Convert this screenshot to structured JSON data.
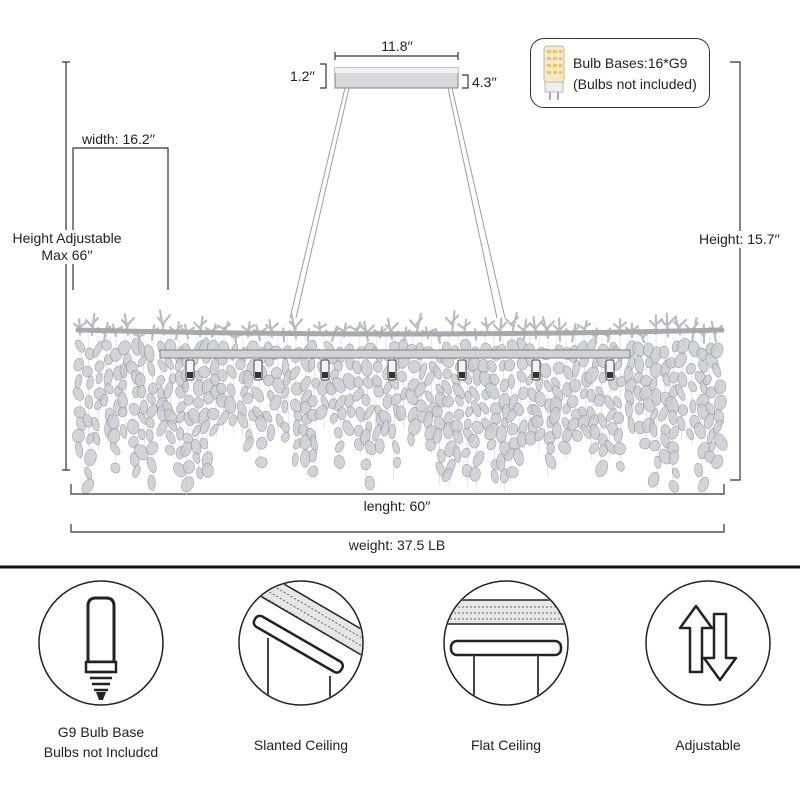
{
  "dimensions": {
    "canopy_width": "11.8′′",
    "canopy_height": "1.2′′",
    "canopy_depth": "4.3′′",
    "width": "width: 16.2′′",
    "height_adjustable_line1": "Height Adjustable",
    "height_adjustable_line2": "Max 66′′",
    "height": "Height: 15.7′′",
    "length": "lenght: 60′′",
    "weight": "weight: 37.5 LB"
  },
  "bulb_box": {
    "line1": "Bulb Bases:16*G9",
    "line2": "(Bulbs not included)"
  },
  "features": [
    {
      "icon": "g9-bulb-icon",
      "line1": "G9 Bulb Base",
      "line2": "Bulbs not Includcd"
    },
    {
      "icon": "slanted-ceiling-icon",
      "line1": "Slanted Ceiling",
      "line2": ""
    },
    {
      "icon": "flat-ceiling-icon",
      "line1": "Flat Ceiling",
      "line2": ""
    },
    {
      "icon": "adjustable-arrows-icon",
      "line1": "Adjustable",
      "line2": ""
    }
  ],
  "colors": {
    "chrome": "#b9bcc0",
    "crystal": "#c9cdd2",
    "line": "#333333"
  }
}
